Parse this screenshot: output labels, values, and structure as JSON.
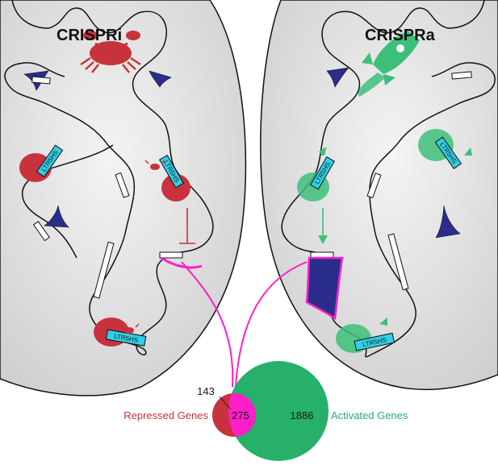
{
  "left_panel": {
    "title": "CRISPRi",
    "element_label": "LTR5HS",
    "icon": "crab-icon",
    "color": "#c8323c"
  },
  "right_panel": {
    "title": "CRISPRa",
    "element_label": "LTR5HS",
    "icon": "rocket-icon",
    "color": "#3dbf7a"
  },
  "venn": {
    "repressed_only": "143",
    "overlap": "275",
    "activated_only": "1886",
    "repressed_label": "Repressed Genes",
    "activated_label": "Activated Genes",
    "repressed_color": "#c8323c",
    "activated_color": "#26b06a",
    "overlap_color": "#ff1fc8"
  },
  "colors": {
    "nucleus_fill": "#d9d9d9",
    "chromatin": "#111111",
    "gene_blue": "#2a2d8c",
    "ltr_box": "#2fd0e8",
    "highlight": "#ff1fc8"
  }
}
